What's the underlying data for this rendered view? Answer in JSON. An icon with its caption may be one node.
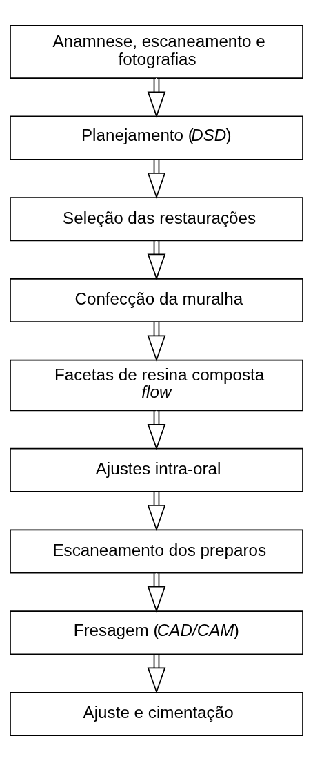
{
  "diagram": {
    "nodes": [
      {
        "text": [
          "Anamnese, escaneamento e fotografias"
        ]
      },
      {
        "text": [
          "Planejamento (*DSD*)"
        ]
      },
      {
        "text": [
          "Seleção das restaurações"
        ]
      },
      {
        "text": [
          "Confecção da muralha"
        ]
      },
      {
        "text": [
          "Facetas de resina composta *flow*"
        ]
      },
      {
        "text": [
          "Ajustes intra-oral"
        ]
      },
      {
        "text": [
          "Escaneamento dos preparos"
        ]
      },
      {
        "text": [
          "Fresagem (*CAD/CAM*)"
        ]
      },
      {
        "text": [
          "Ajuste e cimentação"
        ]
      }
    ],
    "edges": [
      {
        "from": 0,
        "to": 1,
        "arrow": "to"
      },
      {
        "from": 1,
        "to": 2,
        "arrow": "to"
      },
      {
        "from": 2,
        "to": 3,
        "arrow": "to"
      },
      {
        "from": 3,
        "to": 4,
        "arrow": "to"
      },
      {
        "from": 4,
        "to": 5,
        "arrow": "to"
      },
      {
        "from": 5,
        "to": 6,
        "arrow": "to"
      },
      {
        "from": 6,
        "to": 7,
        "arrow": "to"
      },
      {
        "from": 7,
        "to": 8,
        "arrow": "to"
      }
    ]
  }
}
